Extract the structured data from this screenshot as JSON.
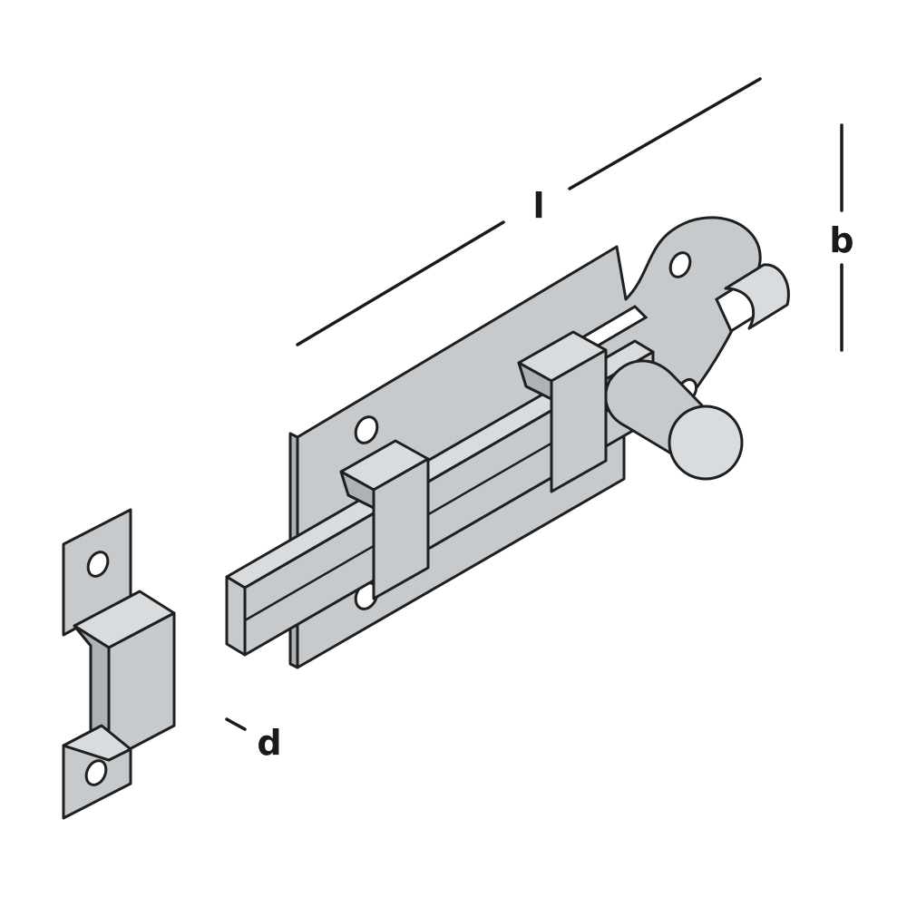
{
  "dimensions": {
    "length_label": "l",
    "width_label": "b",
    "diameter_label": "d"
  },
  "colors": {
    "metal": "#c7cacc",
    "metal_dark": "#aeb2b5",
    "metal_light": "#d9dcde",
    "outline": "#1f1f1f",
    "background": "#ffffff"
  }
}
